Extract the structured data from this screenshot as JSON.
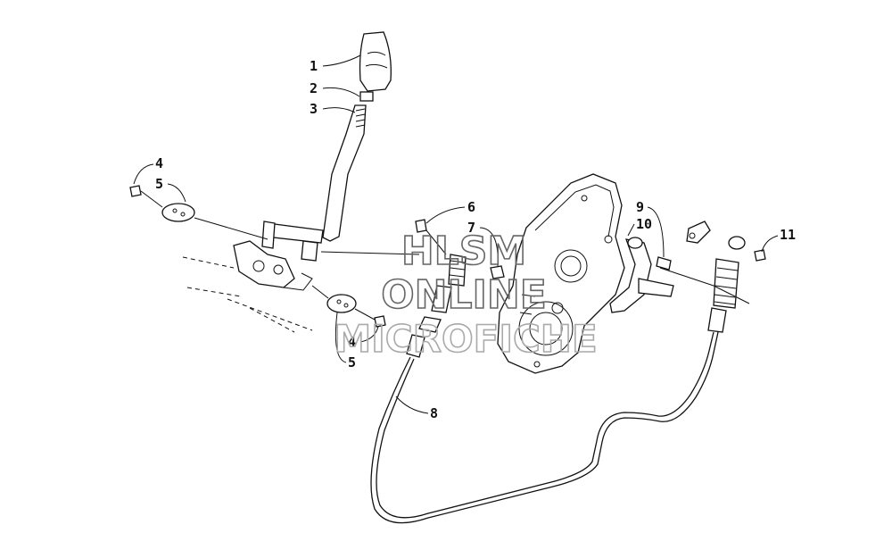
{
  "diagram": {
    "callouts": [
      {
        "id": "c1",
        "label": "1"
      },
      {
        "id": "c2",
        "label": "2"
      },
      {
        "id": "c3",
        "label": "3"
      },
      {
        "id": "c4a",
        "label": "4"
      },
      {
        "id": "c5a",
        "label": "5"
      },
      {
        "id": "c6",
        "label": "6"
      },
      {
        "id": "c7",
        "label": "7"
      },
      {
        "id": "c9",
        "label": "9"
      },
      {
        "id": "c10",
        "label": "10"
      },
      {
        "id": "c11",
        "label": "11"
      },
      {
        "id": "c4b",
        "label": "4"
      },
      {
        "id": "c5b",
        "label": "5"
      },
      {
        "id": "c8",
        "label": "8"
      }
    ]
  },
  "watermark": {
    "line1": "HLSM",
    "line2": "ONLINE",
    "line3": "MICROFICHE"
  }
}
